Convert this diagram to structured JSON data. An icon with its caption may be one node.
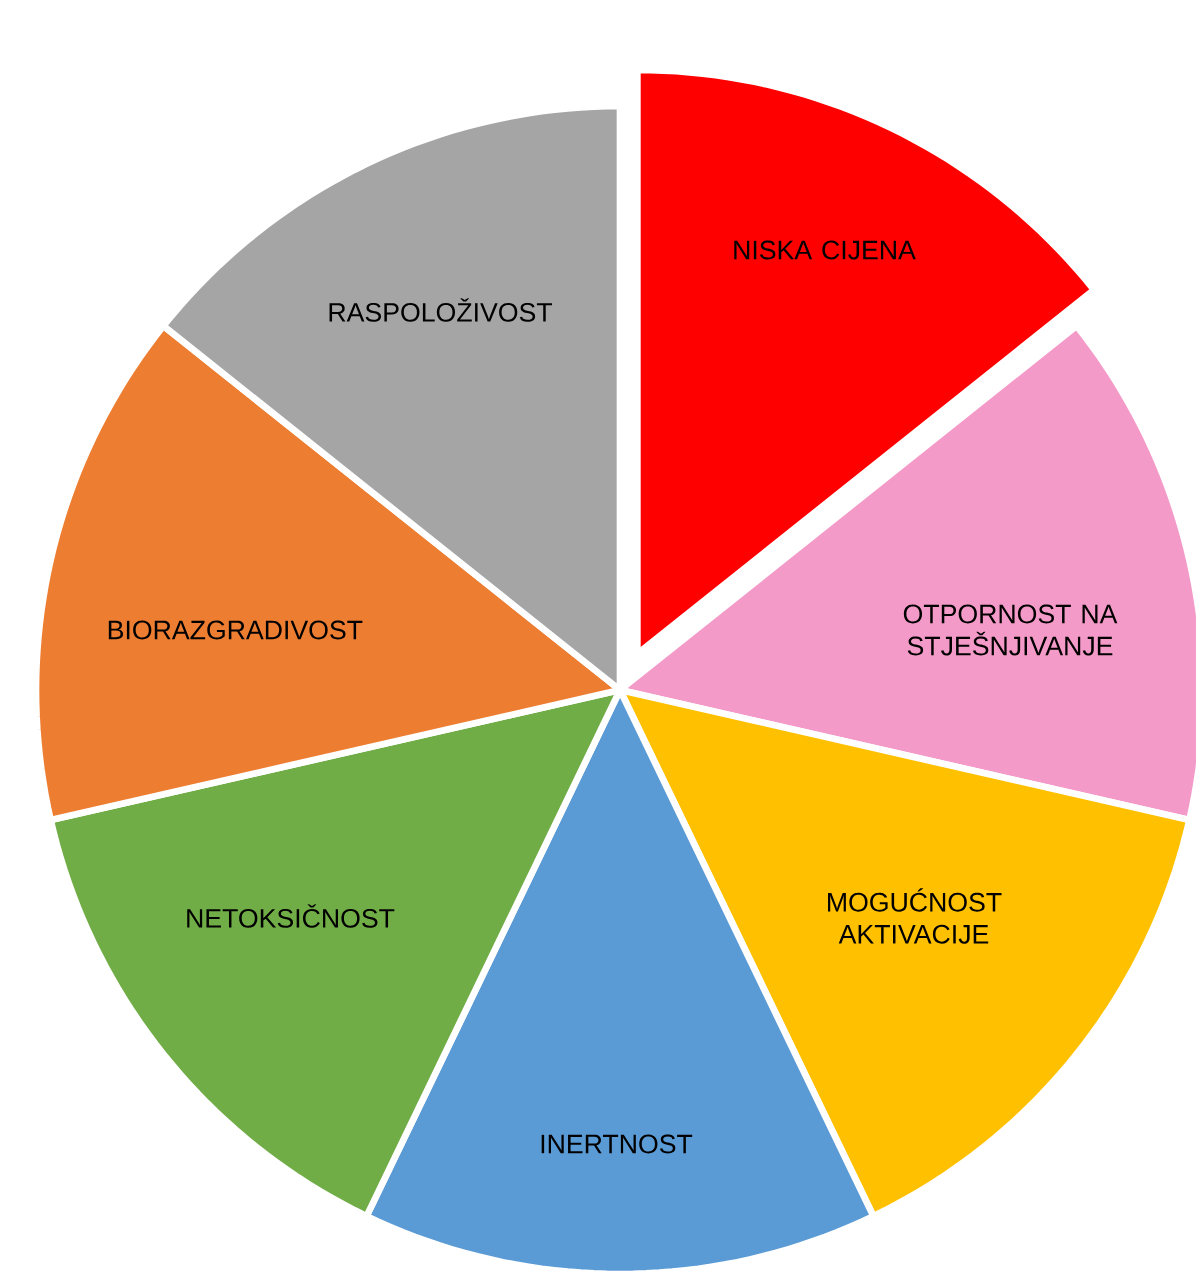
{
  "diagram": {
    "nodes": [
      {
        "text": [
          "NISKA CIJENA"
        ]
      },
      {
        "text": [
          "OTPORNOST NA STJEŠNJIVANJE"
        ]
      },
      {
        "text": [
          "MOGUĆNOST AKTIVACIJE"
        ]
      },
      {
        "text": [
          "INERTNOST"
        ]
      },
      {
        "text": [
          "NETOKSIČNOST"
        ]
      },
      {
        "text": [
          "BIORAZGRADIVOST"
        ]
      },
      {
        "text": [
          "RASPOLOŽIVOST"
        ]
      }
    ]
  }
}
